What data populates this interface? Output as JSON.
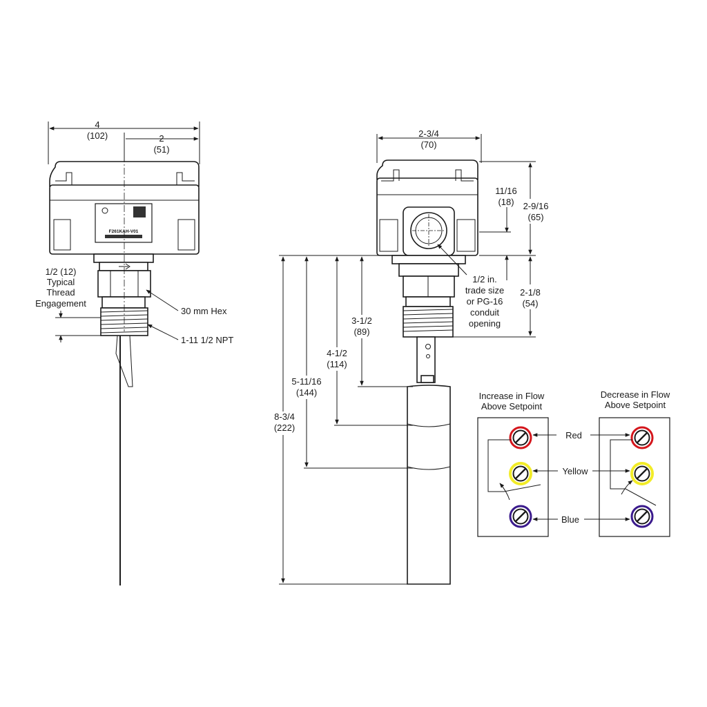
{
  "front_view": {
    "width_label": "4",
    "width_mm": "(102)",
    "half_width_label": "2",
    "half_width_mm": "(51)",
    "thread_engagement_lines": [
      "1/2 (12)",
      "Typical",
      "Thread",
      "Engagement"
    ],
    "hex_label": "30 mm Hex",
    "npt_label": "1-11 1/2 NPT",
    "model_label": "F261KAH-V01"
  },
  "side_view": {
    "width_label": "2-3/4",
    "width_mm": "(70)",
    "conduit_height_label": "11/16",
    "conduit_height_mm": "(18)",
    "housing_height_label": "2-9/16",
    "housing_height_mm": "(65)",
    "fitting_height_label": "2-1/8",
    "fitting_height_mm": "(54)",
    "conduit_lines": [
      "1/2 in.",
      "trade size",
      "or PG-16",
      "conduit",
      "opening"
    ],
    "paddle_dims": [
      {
        "label": "3-1/2",
        "mm": "(89)"
      },
      {
        "label": "4-1/2",
        "mm": "(114)"
      },
      {
        "label": "5-11/16",
        "mm": "(144)"
      },
      {
        "label": "8-3/4",
        "mm": "(222)"
      }
    ]
  },
  "wiring": {
    "increase_title": [
      "Increase in Flow",
      "Above Setpoint"
    ],
    "decrease_title": [
      "Decrease in Flow",
      "Above Setpoint"
    ],
    "terminals": [
      {
        "label": "Red",
        "color": "#d4161c"
      },
      {
        "label": "Yellow",
        "color": "#f2ec28"
      },
      {
        "label": "Blue",
        "color": "#3a1a8c"
      }
    ]
  }
}
